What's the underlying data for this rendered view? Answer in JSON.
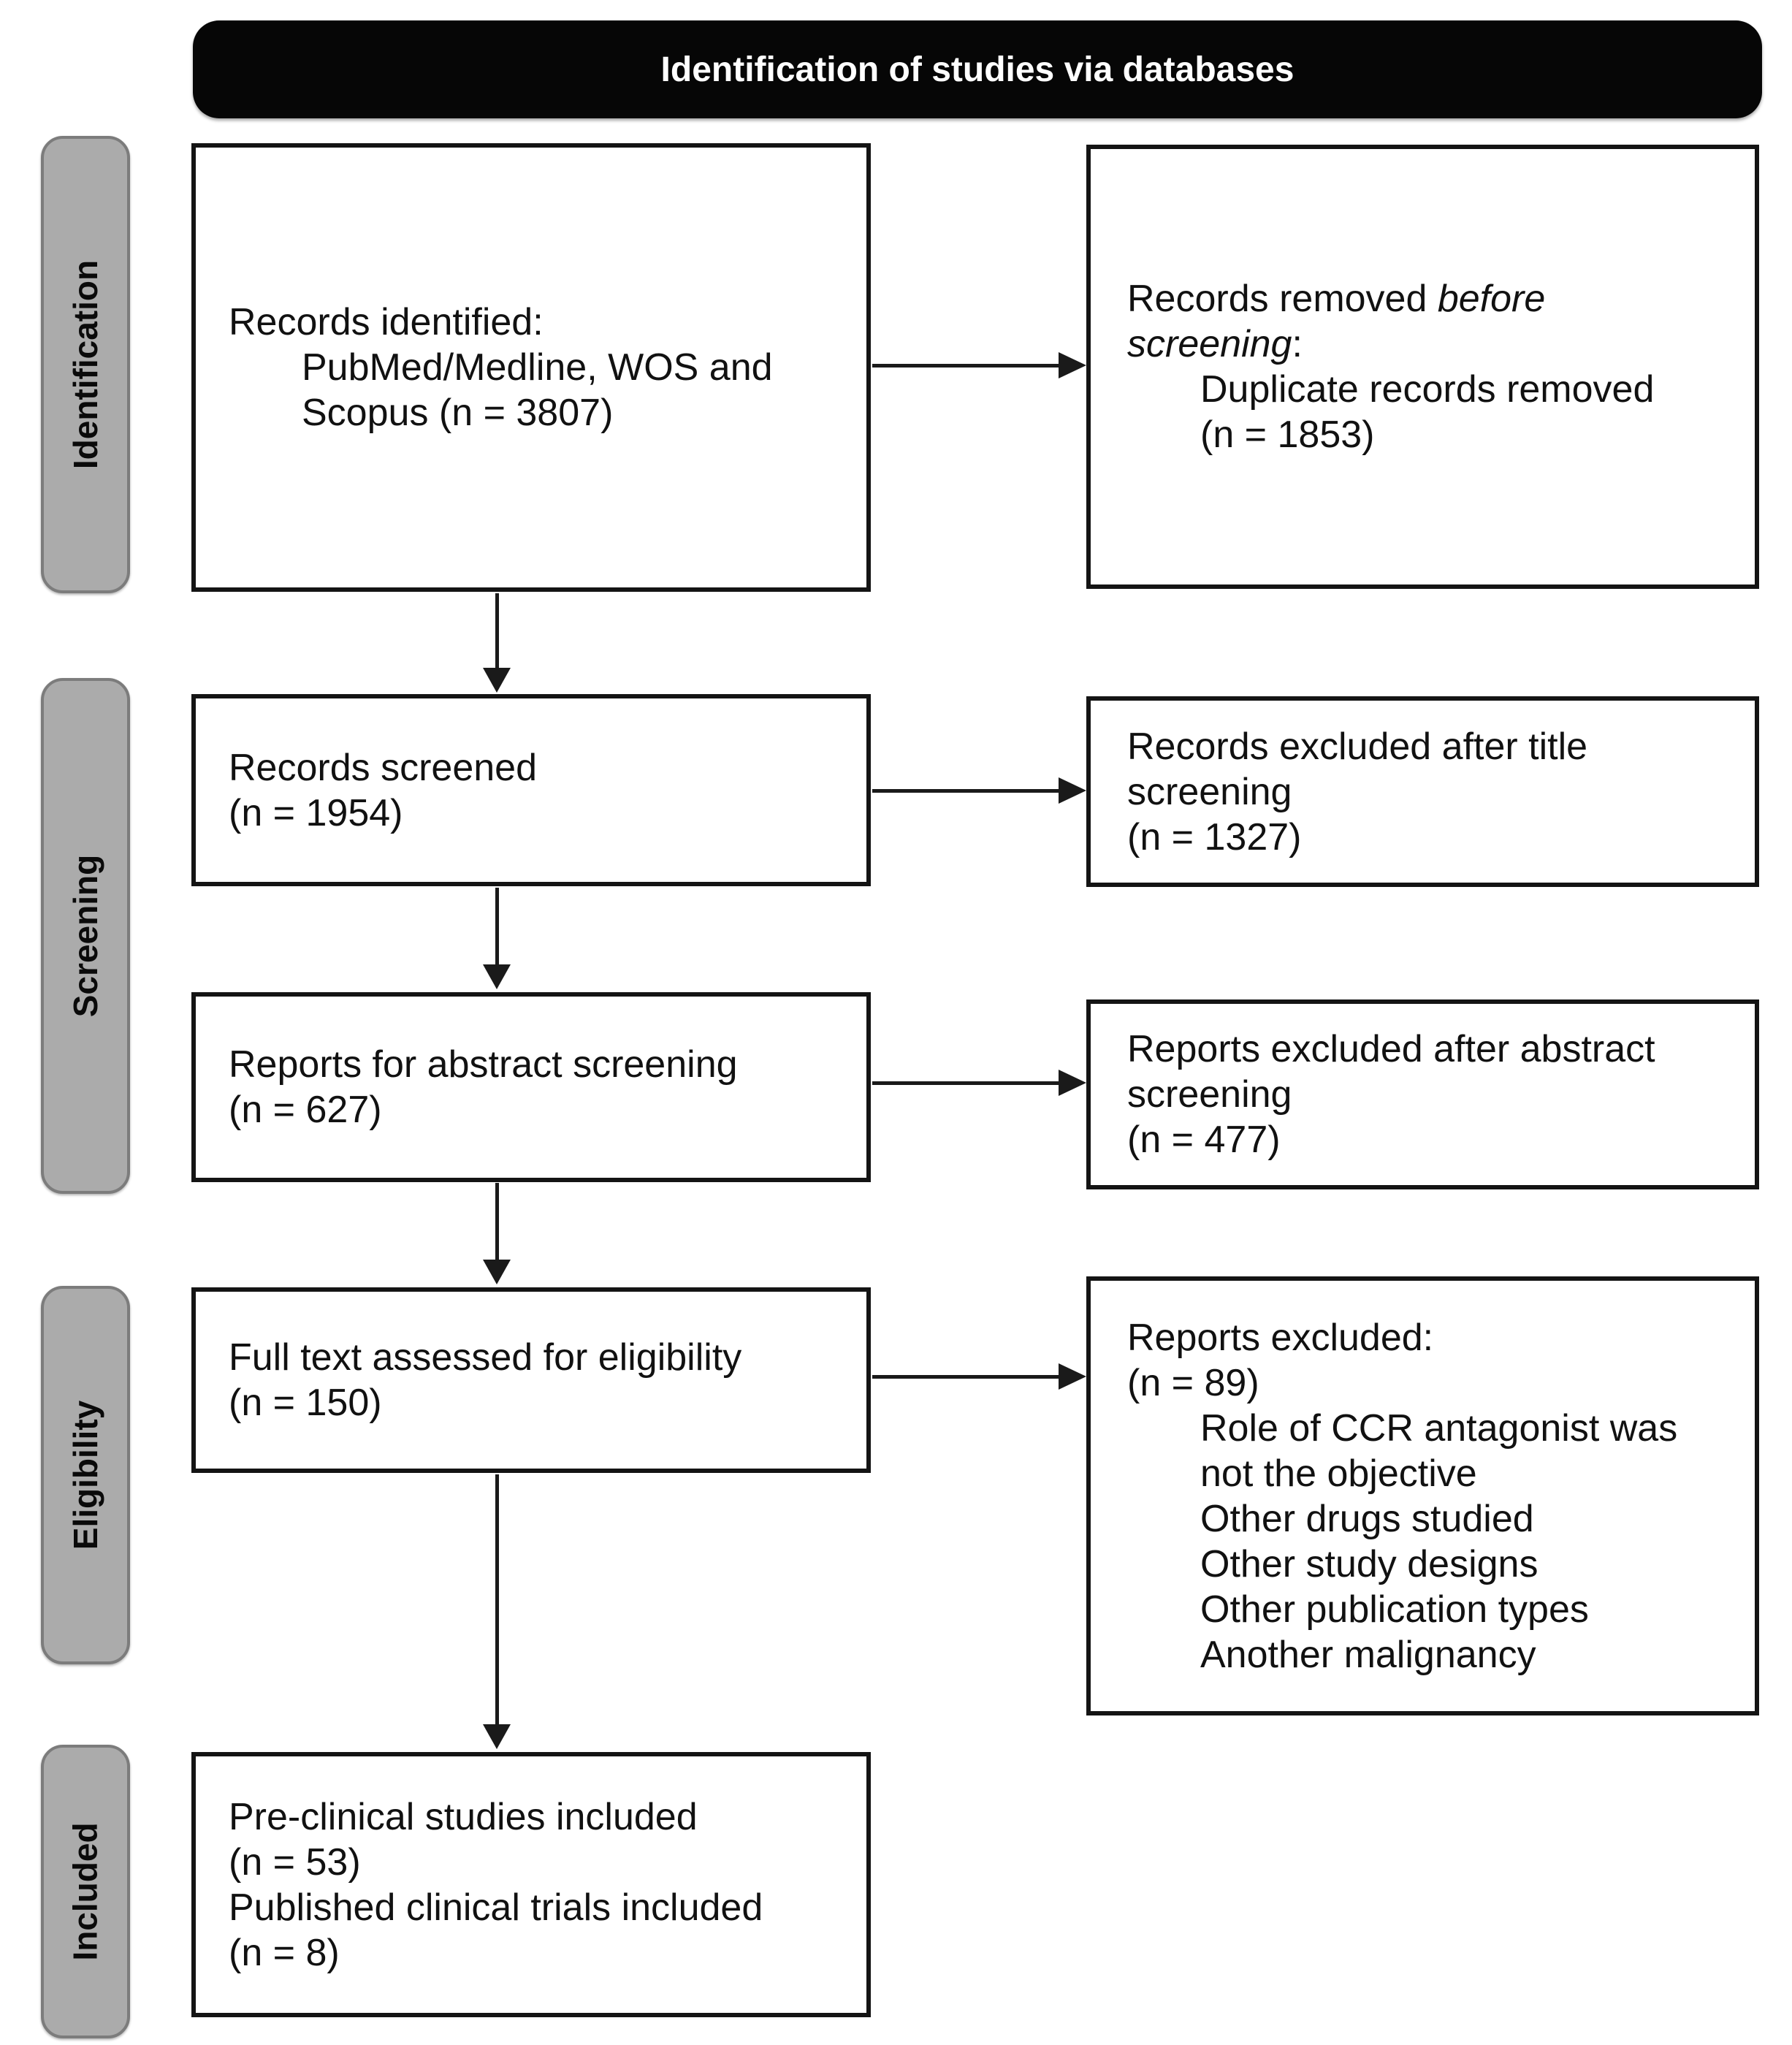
{
  "diagram": {
    "title": "Identification of studies via databases",
    "stages": {
      "identification": "Identification",
      "screening": "Screening",
      "eligibility": "Eligibility",
      "included": "Included"
    },
    "boxes": {
      "records_identified": {
        "line1": "Records identified:",
        "line2": "PubMed/Medline, WOS and",
        "line3": "Scopus (n = 3807)"
      },
      "records_removed": {
        "line1_normal": "Records removed ",
        "line1_italic": "before",
        "line2_italic": "screening",
        "line2_normal": ":",
        "line3": "Duplicate records removed",
        "line4": "(n = 1853)"
      },
      "records_screened": {
        "line1": "Records screened",
        "line2": "(n = 1954)"
      },
      "records_excluded_title": {
        "line1": "Records excluded after title",
        "line2": "screening",
        "line3": "(n = 1327)"
      },
      "reports_abstract": {
        "line1": "Reports for abstract screening",
        "line2": "(n = 627)"
      },
      "reports_excluded_abstract": {
        "line1": "Reports excluded after abstract",
        "line2": "screening",
        "line3": "(n = 477)"
      },
      "full_text": {
        "line1": "Full text assessed for eligibility",
        "line2": "(n = 150)"
      },
      "reports_excluded": {
        "line1": "Reports excluded:",
        "line2": "(n = 89)",
        "line3": "Role of CCR antagonist was",
        "line4": "not the objective",
        "line5": "Other drugs studied",
        "line6": "Other study designs",
        "line7": "Other publication types",
        "line8": "Another malignancy"
      },
      "included": {
        "line1": "Pre-clinical studies included",
        "line2": "(n = 53)",
        "line3": "Published clinical trials included",
        "line4": "(n = 8)"
      }
    },
    "colors": {
      "stage_fill": "#ababab",
      "stage_border": "#7c7c7c",
      "title_bg": "#060606",
      "title_text": "#ffffff",
      "box_border": "#141414",
      "arrow": "#1a1a1a"
    }
  }
}
